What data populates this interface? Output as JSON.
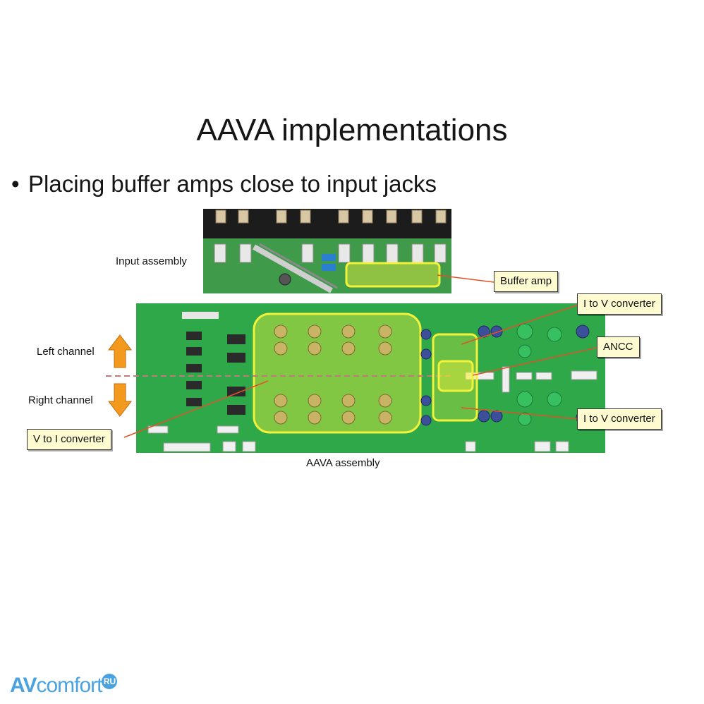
{
  "slide": {
    "title": "AAVA implementations",
    "bullet": "Placing buffer amps close to input jacks"
  },
  "figure": {
    "input_assembly_label": "Input assembly",
    "aava_assembly_label": "AAVA assembly",
    "left_channel_label": "Left channel",
    "right_channel_label": "Right channel",
    "callouts": {
      "buffer_amp": "Buffer amp",
      "i_to_v_top": "I to V converter",
      "ancc": "ANCC",
      "i_to_v_bottom": "I to V converter",
      "v_to_i": "V to I converter"
    }
  },
  "watermark": {
    "av": "AV",
    "comfort": "comfort",
    "ru": "RU"
  },
  "colors": {
    "pcb_green": "#2fa84a",
    "highlight_yellow": "#f2f23a",
    "callout_fill": "#fffbd0",
    "arrow_orange": "#f39a1e",
    "leader_line": "#e0522a",
    "watermark_blue": "#4aa3df"
  }
}
